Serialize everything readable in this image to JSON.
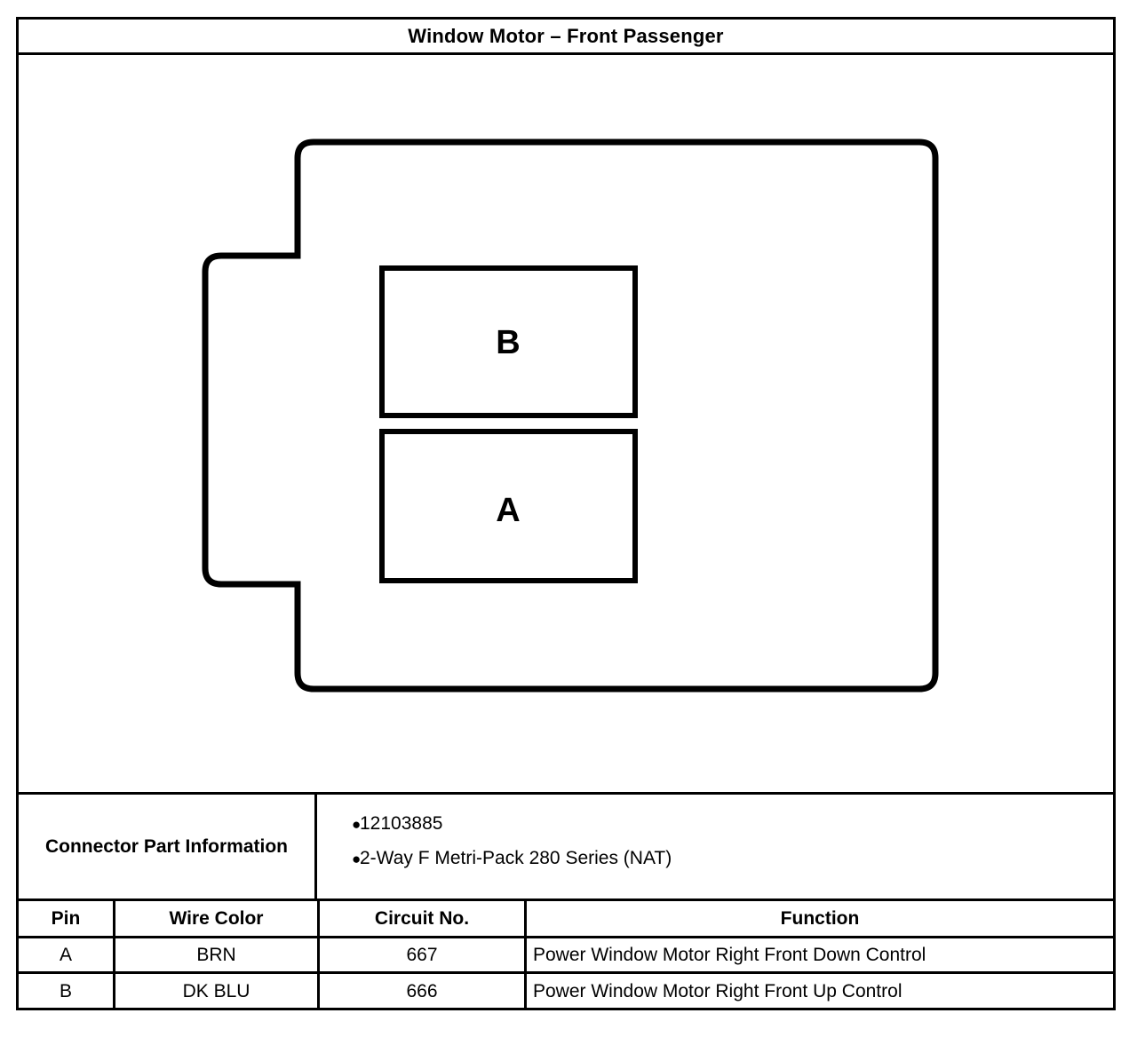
{
  "title": "Window Motor – Front Passenger",
  "diagram": {
    "name": "connector-face-view",
    "terminals": [
      {
        "id": "terminal-b",
        "label": "B"
      },
      {
        "id": "terminal-a",
        "label": "A"
      }
    ]
  },
  "connector_part_information": {
    "label": "Connector Part Information",
    "bullet_glyph": "●",
    "items": [
      "12103885",
      "2-Way F Metri-Pack 280 Series (NAT)"
    ]
  },
  "pin_table": {
    "headers": {
      "pin": "Pin",
      "wire_color": "Wire Color",
      "circuit_no": "Circuit No.",
      "function": "Function"
    },
    "rows": [
      {
        "pin": "A",
        "wire_color": "BRN",
        "circuit_no": "667",
        "function": "Power Window Motor Right Front Down Control"
      },
      {
        "pin": "B",
        "wire_color": "DK BLU",
        "circuit_no": "666",
        "function": "Power Window Motor Right Front Up Control"
      }
    ]
  },
  "colors": {
    "ink": "#000000",
    "paper": "#ffffff"
  }
}
